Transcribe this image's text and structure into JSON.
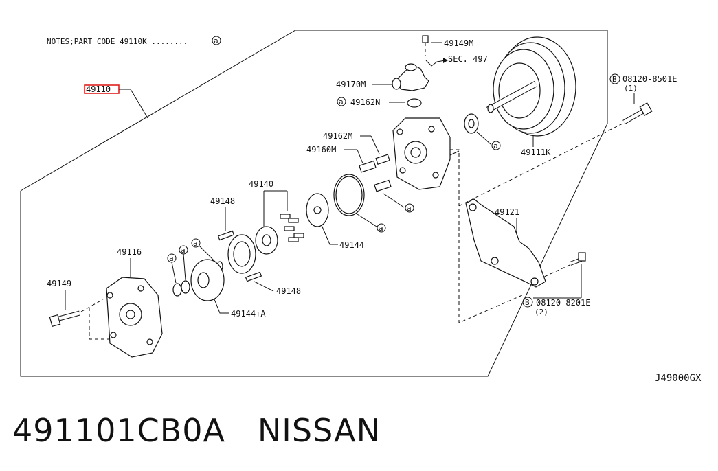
{
  "notes": {
    "text": "NOTES;PART CODE 49110K ........",
    "circle_symbol": "a"
  },
  "labels": {
    "main_part": "49110",
    "p49149M": "49149M",
    "sec497": "SEC. 497",
    "p49170M": "49170M",
    "p49162N": "49162N",
    "p49162M": "49162M",
    "p49160M": "49160M",
    "p49111K": "49111K",
    "bolt_top": "08120-8501E",
    "bolt_top_qty": "(1)",
    "p49140": "49140",
    "p49148_top": "49148",
    "p49148_bottom": "49148",
    "p49144": "49144",
    "p49144A": "49144+A",
    "p49116": "49116",
    "p49149": "49149",
    "p49121": "49121",
    "bolt_bottom": "08120-8201E",
    "bolt_bottom_qty": "(2)",
    "bolt_symbol": "B",
    "circle_symbol": "a"
  },
  "diagram_code": "J49000GX",
  "footer": {
    "part_number": "491101CB0A",
    "brand": "NISSAN"
  }
}
